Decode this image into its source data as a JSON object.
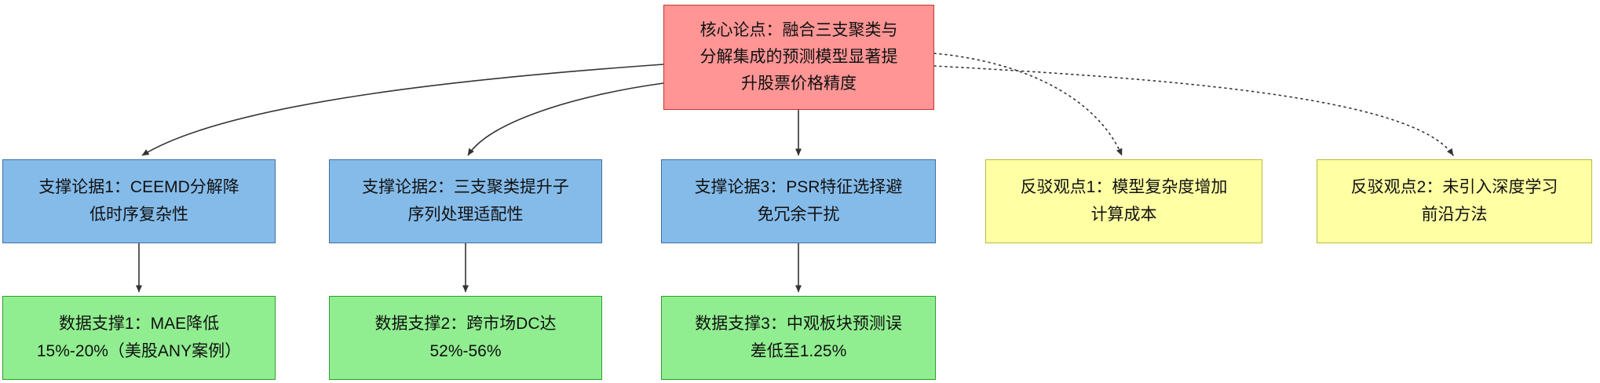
{
  "diagram": {
    "title": "argument-map-stock-prediction",
    "core": {
      "label": "核心论点：融合三支聚类与分解集成的预测模型显著提升股票价格精度"
    },
    "supports": [
      {
        "label": "支撑论据1：CEEMD分解降低时序复杂性"
      },
      {
        "label": "支撑论据2：三支聚类提升子序列处理适配性"
      },
      {
        "label": "支撑论据3：PSR特征选择避免冗余干扰"
      }
    ],
    "counters": [
      {
        "label": "反驳观点1：模型复杂度增加计算成本"
      },
      {
        "label": "反驳观点2：未引入深度学习前沿方法"
      }
    ],
    "evidence": [
      {
        "label": "数据支撑1：MAE降低15%-20%（美股ANY案例）"
      },
      {
        "label": "数据支撑2：跨市场DC达52%-56%"
      },
      {
        "label": "数据支撑3：中观板块预测误差低至1.25%"
      }
    ],
    "edges": [
      {
        "from": "core",
        "to": "support-1",
        "style": "solid"
      },
      {
        "from": "core",
        "to": "support-2",
        "style": "solid"
      },
      {
        "from": "core",
        "to": "support-3",
        "style": "solid"
      },
      {
        "from": "core",
        "to": "counter-1",
        "style": "dotted"
      },
      {
        "from": "core",
        "to": "counter-2",
        "style": "dotted"
      },
      {
        "from": "support-1",
        "to": "evidence-1",
        "style": "solid"
      },
      {
        "from": "support-2",
        "to": "evidence-2",
        "style": "solid"
      },
      {
        "from": "support-3",
        "to": "evidence-3",
        "style": "solid"
      }
    ],
    "colors": {
      "core_fill": "#FF9595",
      "core_border": "#C0392B",
      "support_fill": "#85BBE9",
      "support_border": "#3D6FA5",
      "counter_fill": "#FFFFA3",
      "counter_border": "#B9B93D",
      "evidence_fill": "#90EE90",
      "evidence_border": "#2E9E2E",
      "arrow": "#333333"
    }
  }
}
